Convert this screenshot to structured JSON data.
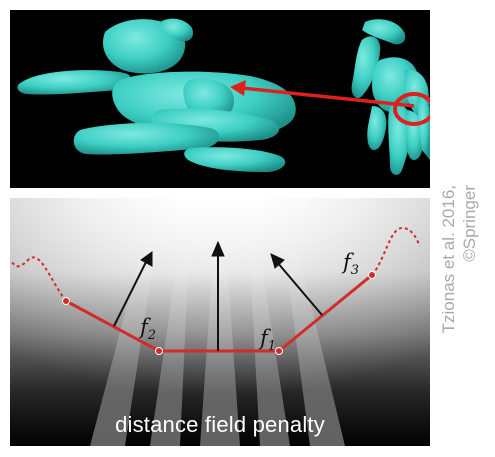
{
  "caption": "distance field penalty",
  "credit": {
    "line1": "Tzionas et al. 2016,",
    "line2": "©Springer"
  },
  "face_labels": [
    {
      "base": "f",
      "sub": "1"
    },
    {
      "base": "f",
      "sub": "2"
    },
    {
      "base": "f",
      "sub": "3"
    }
  ],
  "colors": {
    "mesh": "#3ecfc4",
    "arrow_red": "#e0201c",
    "curve_red": "#d32a2a",
    "normal_arrow": "#111111",
    "credit_text": "#a9a9a9"
  }
}
